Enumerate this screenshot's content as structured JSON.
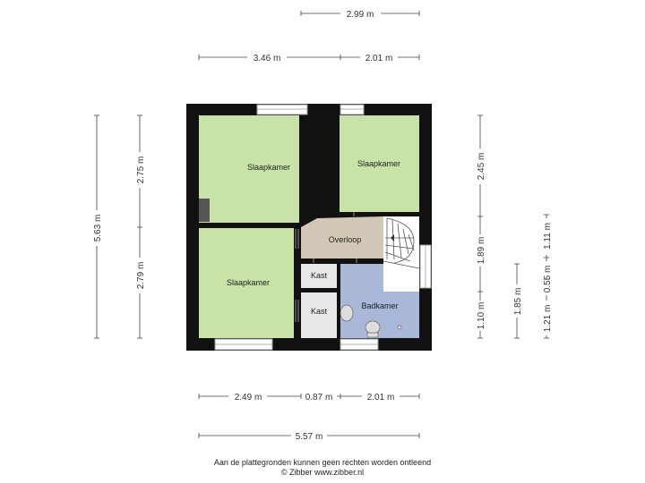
{
  "rooms": {
    "slaapkamer_top_left": "Slaapkamer",
    "slaapkamer_top_right": "Slaapkamer",
    "slaapkamer_bottom_left": "Slaapkamer",
    "overloop": "Overloop",
    "kast_top": "Kast",
    "kast_bottom": "Kast",
    "badkamer": "Badkamer"
  },
  "dimensions": {
    "top_total": "2.99 m",
    "top_left": "3.46 m",
    "top_right": "2.01 m",
    "bottom_1": "2.49 m",
    "bottom_2": "0.87 m",
    "bottom_3": "2.01 m",
    "bottom_total": "5.57 m",
    "left_total": "5.63 m",
    "left_upper": "2.75 m",
    "left_lower": "2.79 m",
    "right_upper": "2.45 m",
    "right_middle": "1.89 m",
    "right_lower": "1.10 m",
    "far_right_a": "1.85 m",
    "far_right_b": "1.21 m",
    "far_right_c": "0.55 m",
    "far_right_d": "1.11 m"
  },
  "colors": {
    "bedroom": "#c8e2a8",
    "overloop": "#d3c8b8",
    "badkamer": "#a9b8d8",
    "kast": "#e8e8e8",
    "wall": "#111111"
  },
  "footer": {
    "line1": "Aan de plattegronden kunnen geen rechten worden ontleend",
    "line2": "© Zibber www.zibber.nl"
  }
}
